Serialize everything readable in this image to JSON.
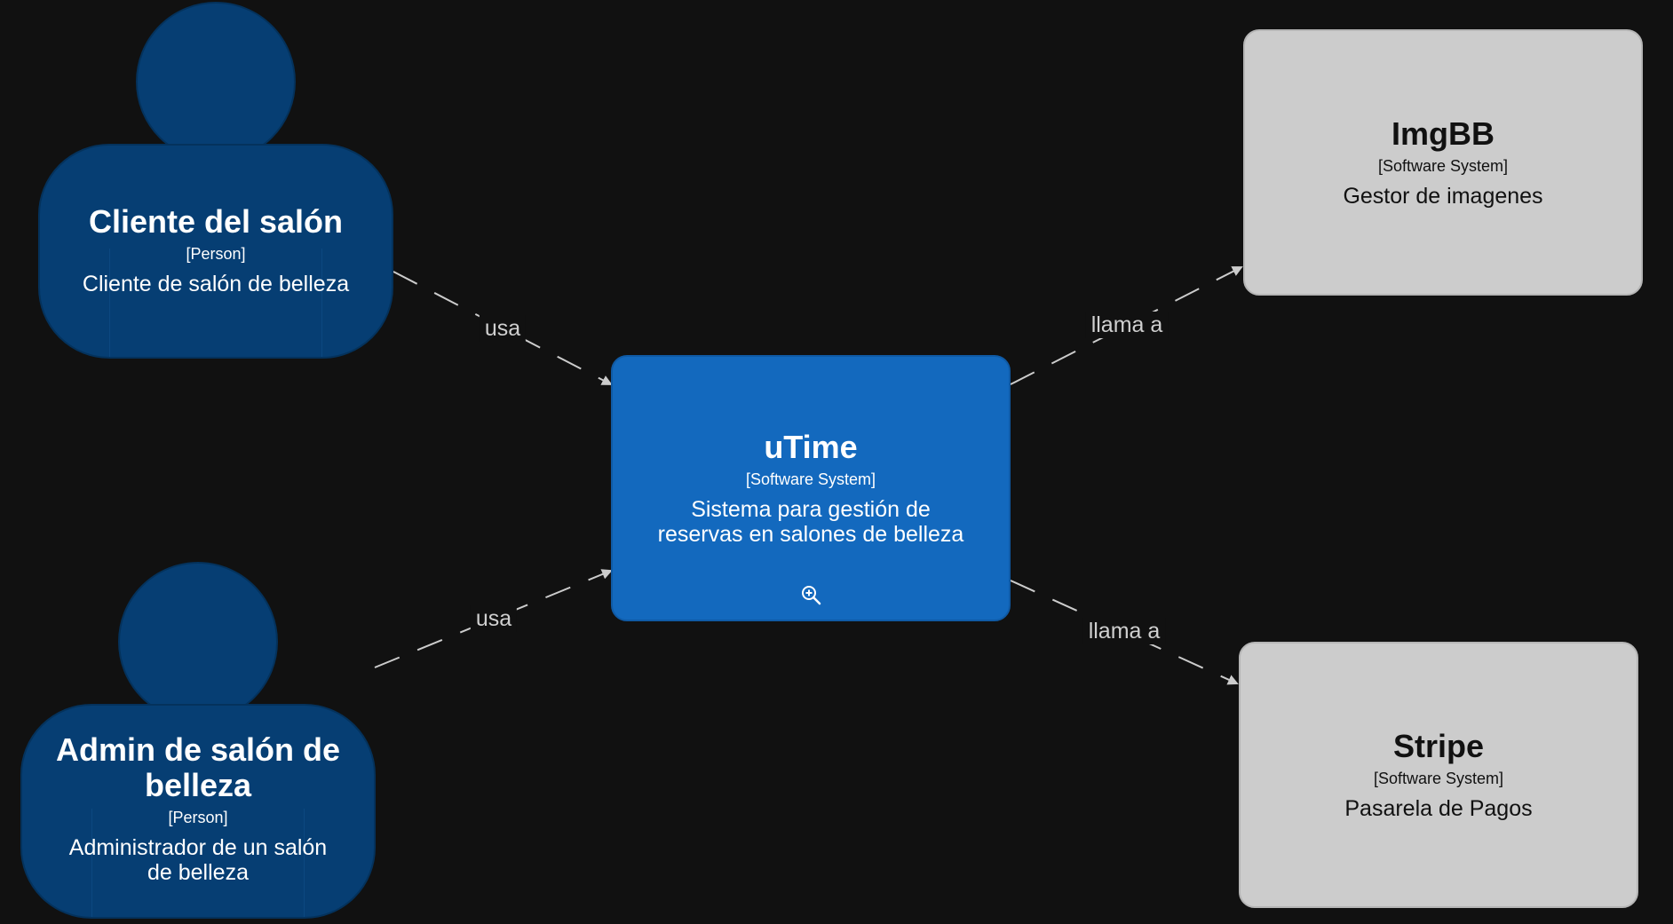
{
  "diagram": {
    "background": "#111111",
    "nodes": {
      "cliente": {
        "name": "Cliente del salón",
        "kind": "[Person]",
        "description": "Cliente de salón de belleza",
        "color": "#063e73"
      },
      "admin": {
        "name": "Admin de salón de belleza",
        "kind": "[Person]",
        "description": "Administrador de un salón de belleza",
        "color": "#063e73"
      },
      "utime": {
        "name": "uTime",
        "kind": "[Software System]",
        "description": "Sistema para gestión de reservas en salones de belleza",
        "color": "#1369be",
        "icon": "zoom-in-icon"
      },
      "imgbb": {
        "name": "ImgBB",
        "kind": "[Software System]",
        "description": "Gestor de imagenes",
        "color": "#cccccc"
      },
      "stripe": {
        "name": "Stripe",
        "kind": "[Software System]",
        "description": "Pasarela de Pagos",
        "color": "#cccccc"
      }
    },
    "edges": {
      "cliente_utime": {
        "label": "usa"
      },
      "admin_utime": {
        "label": "usa"
      },
      "utime_imgbb": {
        "label": "llama a"
      },
      "utime_stripe": {
        "label": "llama a"
      }
    }
  }
}
